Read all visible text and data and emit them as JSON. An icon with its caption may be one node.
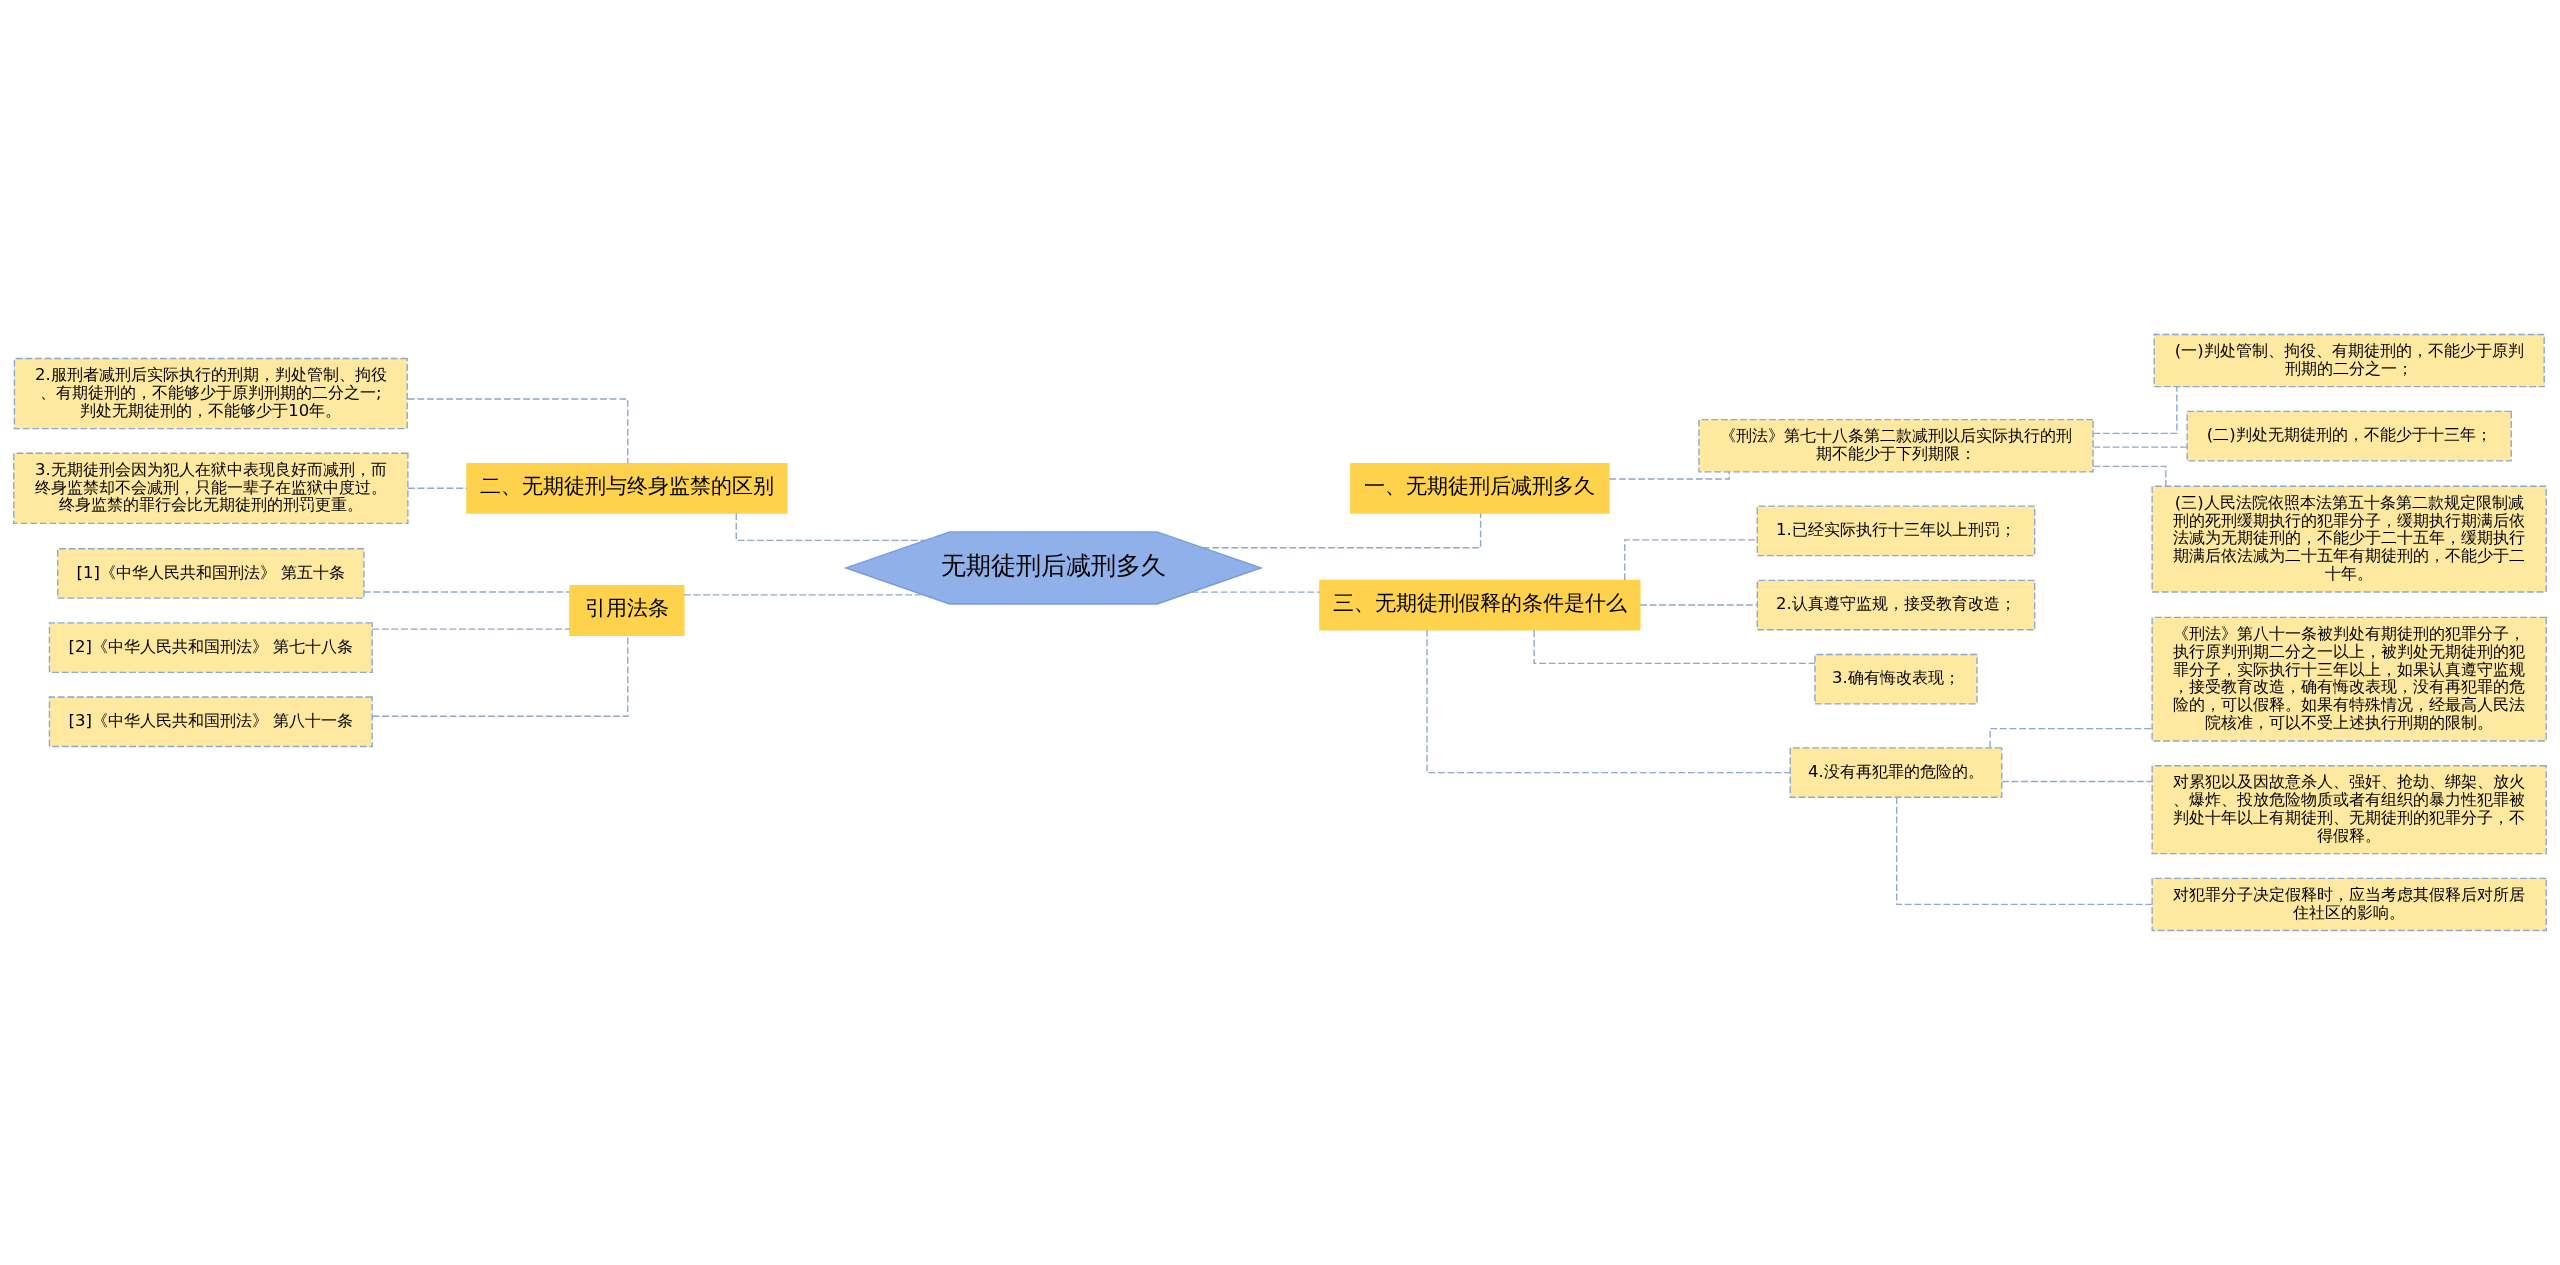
{
  "diagram": {
    "nodes": [
      {
        "text": [
          "无期徒刑后减刑多久"
        ]
      },
      {
        "text": [
          "一、无期徒刑后减刑多久"
        ]
      },
      {
        "text": [
          "《刑法》第七十八条第二款减刑以后实际执行的刑期不能少于下列期限："
        ]
      },
      {
        "text": [
          "(一)判处管制、拘役、有期徒刑的，不能少于原判刑期的二分之一；"
        ]
      },
      {
        "text": [
          "(二)判处无期徒刑的，不能少于十三年；"
        ]
      },
      {
        "text": [
          "(三)人民法院依照本法第五十条第二款规定限制减刑的死刑缓期执行的犯罪分子，缓期执行期满后依法减为无期徒刑的，不能少于二十五年，缓期执行期满后依法减为二十五年有期徒刑的，不能少于二十年。"
        ]
      },
      {
        "text": [
          "二、无期徒刑与终身监禁的区别"
        ]
      },
      {
        "text": [
          "2.服刑者减刑后实际执行的刑期，判处管制、拘役、有期徒刑的，不能够少于原判刑期的二分之一;判处无期徒刑的，不能够少于10年。"
        ]
      },
      {
        "text": [
          "3.无期徒刑会因为犯人在狱中表现良好而减刑，而终身监禁却不会减刑，只能一辈子在监狱中度过。终身监禁的罪行会比无期徒刑的刑罚更重。"
        ]
      },
      {
        "text": [
          "引用法条"
        ]
      },
      {
        "text": [
          "[1]《中华人民共和国刑法》 第五十条"
        ]
      },
      {
        "text": [
          "[2]《中华人民共和国刑法》 第七十八条"
        ]
      },
      {
        "text": [
          "[3]《中华人民共和国刑法》 第八十一条"
        ]
      },
      {
        "text": [
          "三、无期徒刑假释的条件是什么"
        ]
      },
      {
        "text": [
          "1.已经实际执行十三年以上刑罚；"
        ]
      },
      {
        "text": [
          "2.认真遵守监规，接受教育改造；"
        ]
      },
      {
        "text": [
          "3.确有悔改表现；"
        ]
      },
      {
        "text": [
          "4.没有再犯罪的危险的。"
        ]
      },
      {
        "text": [
          "《刑法》第八十一条被判处有期徒刑的犯罪分子，执行原判刑期二分之一以上，被判处无期徒刑的犯罪分子，实际执行十三年以上，如果认真遵守监规，接受教育改造，确有悔改表现，没有再犯罪的危险的，可以假释。如果有特殊情况，经最高人民法院核准，可以不受上述执行刑期的限制。"
        ]
      },
      {
        "text": [
          "对累犯以及因故意杀人、强奸、抢劫、绑架、放火、爆炸、投放危险物质或者有组织的暴力性犯罪被判处十年以上有期徒刑、无期徒刑的犯罪分子，不得假释。"
        ]
      },
      {
        "text": [
          "对犯罪分子决定假释时，应当考虑其假释后对所居住社区的影响。"
        ]
      }
    ],
    "edges": [
      {
        "from": 0,
        "to": 1,
        "arrow": "none",
        "style": "dashed"
      },
      {
        "from": 1,
        "to": 2,
        "arrow": "none",
        "style": "dashed"
      },
      {
        "from": 2,
        "to": 3,
        "arrow": "none",
        "style": "dashed"
      },
      {
        "from": 2,
        "to": 4,
        "arrow": "none",
        "style": "dashed"
      },
      {
        "from": 2,
        "to": 5,
        "arrow": "none",
        "style": "dashed"
      },
      {
        "from": 0,
        "to": 6,
        "arrow": "none",
        "style": "dashed"
      },
      {
        "from": 6,
        "to": 7,
        "arrow": "none",
        "style": "dashed"
      },
      {
        "from": 6,
        "to": 8,
        "arrow": "none",
        "style": "dashed"
      },
      {
        "from": 0,
        "to": 9,
        "arrow": "none",
        "style": "dashed"
      },
      {
        "from": 9,
        "to": 10,
        "arrow": "none",
        "style": "dashed"
      },
      {
        "from": 9,
        "to": 11,
        "arrow": "none",
        "style": "dashed"
      },
      {
        "from": 9,
        "to": 12,
        "arrow": "none",
        "style": "dashed"
      },
      {
        "from": 0,
        "to": 13,
        "arrow": "none",
        "style": "dashed"
      },
      {
        "from": 13,
        "to": 14,
        "arrow": "none",
        "style": "dashed"
      },
      {
        "from": 13,
        "to": 15,
        "arrow": "none",
        "style": "dashed"
      },
      {
        "from": 13,
        "to": 16,
        "arrow": "none",
        "style": "dashed"
      },
      {
        "from": 13,
        "to": 17,
        "arrow": "none",
        "style": "dashed"
      },
      {
        "from": 17,
        "to": 18,
        "arrow": "none",
        "style": "dashed"
      },
      {
        "from": 17,
        "to": 19,
        "arrow": "none",
        "style": "dashed"
      },
      {
        "from": 17,
        "to": 20,
        "arrow": "none",
        "style": "dashed"
      }
    ]
  }
}
